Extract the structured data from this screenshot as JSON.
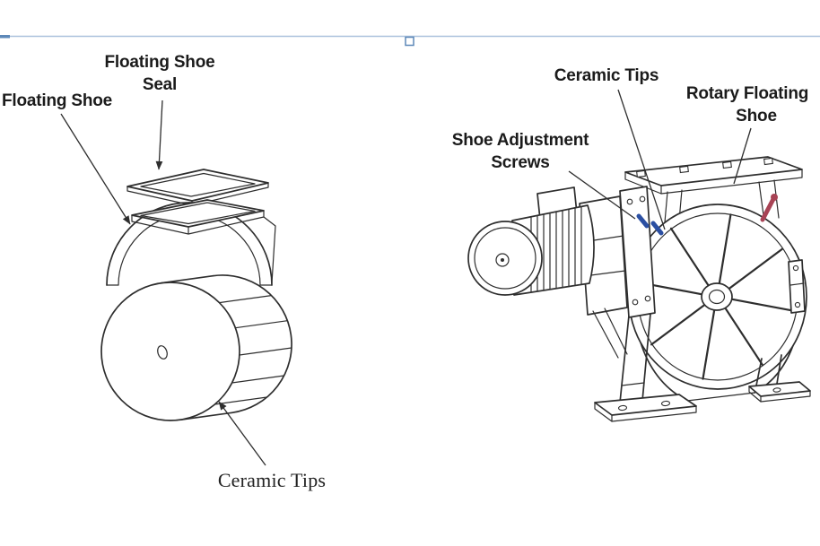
{
  "figure": {
    "left": {
      "labels": {
        "seal_line1": "Floating Shoe",
        "seal_line2": "Seal",
        "floating_shoe": "Floating Shoe",
        "ceramic_tips": "Ceramic Tips"
      }
    },
    "right": {
      "labels": {
        "ceramic_tips": "Ceramic Tips",
        "rotary_line1": "Rotary Floating",
        "rotary_line2": "Shoe",
        "screws_line1": "Shoe Adjustment",
        "screws_line2": "Screws"
      }
    }
  },
  "colors": {
    "background": "#ffffff",
    "ink": "#2e2e2e",
    "text": "#1b1b1b",
    "rule_blue": "#aac1dc",
    "handle_blue": "#5d88b8",
    "screw_blue": "#2b4fa2",
    "screw_red": "#a84355"
  }
}
